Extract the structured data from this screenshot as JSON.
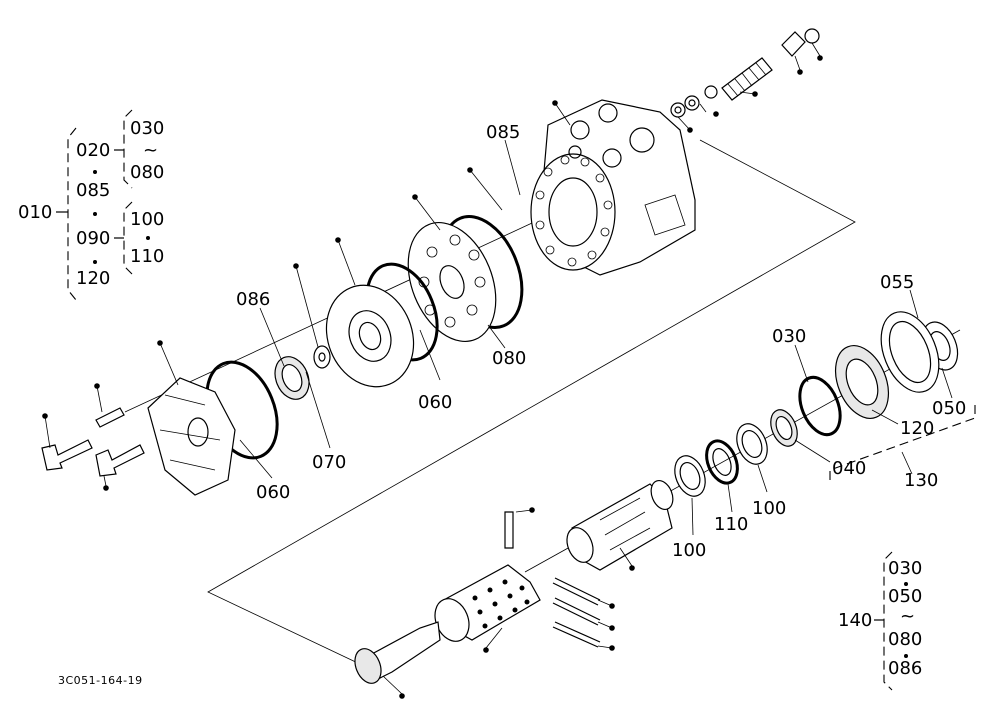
{
  "drawing_number": "3C051-164-19",
  "assembly_010": {
    "root": "010",
    "items": [
      "020",
      "085",
      "090",
      "120"
    ],
    "group_020": [
      "030",
      "~",
      "080"
    ],
    "group_090": [
      "100",
      "110"
    ]
  },
  "assembly_130": {
    "root": "130"
  },
  "assembly_140": {
    "root": "140",
    "items": [
      "030",
      "050",
      "~",
      "080",
      "086"
    ]
  },
  "callouts": {
    "p085": "085",
    "p086": "086",
    "p060a": "060",
    "p060b": "060",
    "p070": "070",
    "p080": "080",
    "p055": "055",
    "p030": "030",
    "p050": "050",
    "p120": "120",
    "p040": "040",
    "p100a": "100",
    "p100b": "100",
    "p110": "110"
  }
}
